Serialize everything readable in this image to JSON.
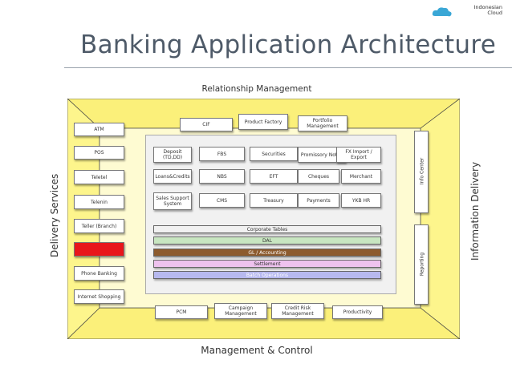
{
  "logo": {
    "line1": "Indonesian",
    "line2": "Cloud"
  },
  "title": "Banking Application Architecture",
  "captions": {
    "top": "Relationship Management",
    "bottom": "Management & Control",
    "left": "Delivery Services",
    "right": "Information Delivery"
  },
  "delivery_channels": [
    "ATM",
    "POS",
    "Teletel",
    "Telenin",
    "Teller (Branch)",
    "",
    "Phone Banking",
    "Internet Shopping"
  ],
  "relationship_boxes": [
    "CIF",
    "Product Factory",
    "Portfolio Management"
  ],
  "product_grid": [
    [
      "Deposit (TD,DD)",
      "FBS",
      "Securities",
      "Promissory Notes",
      "FX Import / Export"
    ],
    [
      "Loans&Credits",
      "NBS",
      "EFT",
      "Cheques",
      "Merchant"
    ],
    [
      "Sales Support System",
      "CMS",
      "Treasury",
      "Payments",
      "YKB HR"
    ]
  ],
  "layers": [
    "Corporate Tables",
    "DAL",
    "GL / Accounting",
    "Settlement",
    "Batch Operations"
  ],
  "info_delivery": [
    "Info Center",
    "Reporting"
  ],
  "management_boxes": [
    "PCM",
    "Campaign Management",
    "Credit Risk Management",
    "Productivity"
  ],
  "colors": {
    "frame": "#fdf79e",
    "frame_edge": "#f7eb63",
    "red_box": "#e8161b",
    "corporate": "#f1f1f1",
    "dal": "#c8e6c1",
    "gl": "#8d5b2e",
    "settlement": "#eec2ee",
    "batch": "#b7b9ef"
  }
}
